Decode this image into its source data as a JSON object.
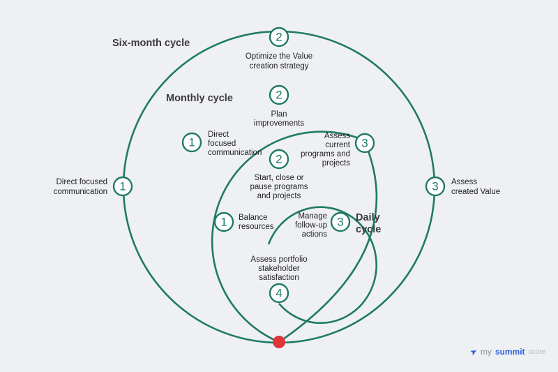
{
  "cycles": {
    "six_month": "Six-month cycle",
    "monthly": "Monthly cycle",
    "daily": [
      "Daily",
      "cycle"
    ]
  },
  "nodes": [
    {
      "id": "six-1",
      "number": "1",
      "label": [
        "Direct focused",
        "communication"
      ]
    },
    {
      "id": "six-2",
      "number": "2",
      "label": [
        "Optimize the Value",
        "creation strategy"
      ]
    },
    {
      "id": "six-3",
      "number": "3",
      "label": [
        "Assess",
        "created Value"
      ]
    },
    {
      "id": "mon-1",
      "number": "1",
      "label": [
        "Direct",
        "focused",
        "communication"
      ]
    },
    {
      "id": "mon-2",
      "number": "2",
      "label": [
        "Plan",
        "improvements"
      ]
    },
    {
      "id": "mon-3",
      "number": "3",
      "label": [
        "Assess",
        "current",
        "programs and",
        "projects"
      ]
    },
    {
      "id": "mon-4",
      "number": "4",
      "label": [
        "Assess portfolio",
        "stakeholder",
        "satisfaction"
      ]
    },
    {
      "id": "day-1",
      "number": "1",
      "label": [
        "Balance",
        "resources"
      ]
    },
    {
      "id": "day-2",
      "number": "2",
      "label": [
        "Start, close or",
        "pause programs",
        "and projects"
      ]
    },
    {
      "id": "day-3",
      "number": "3",
      "label": [
        "Manage",
        "follow-up",
        "actions"
      ]
    }
  ],
  "colors": {
    "ring": "#1f7a64",
    "start_dot": "#e0343a",
    "background": "#eef0f4"
  },
  "brand": {
    "prefix": "my",
    "name": "summit",
    "suffix": "score"
  }
}
